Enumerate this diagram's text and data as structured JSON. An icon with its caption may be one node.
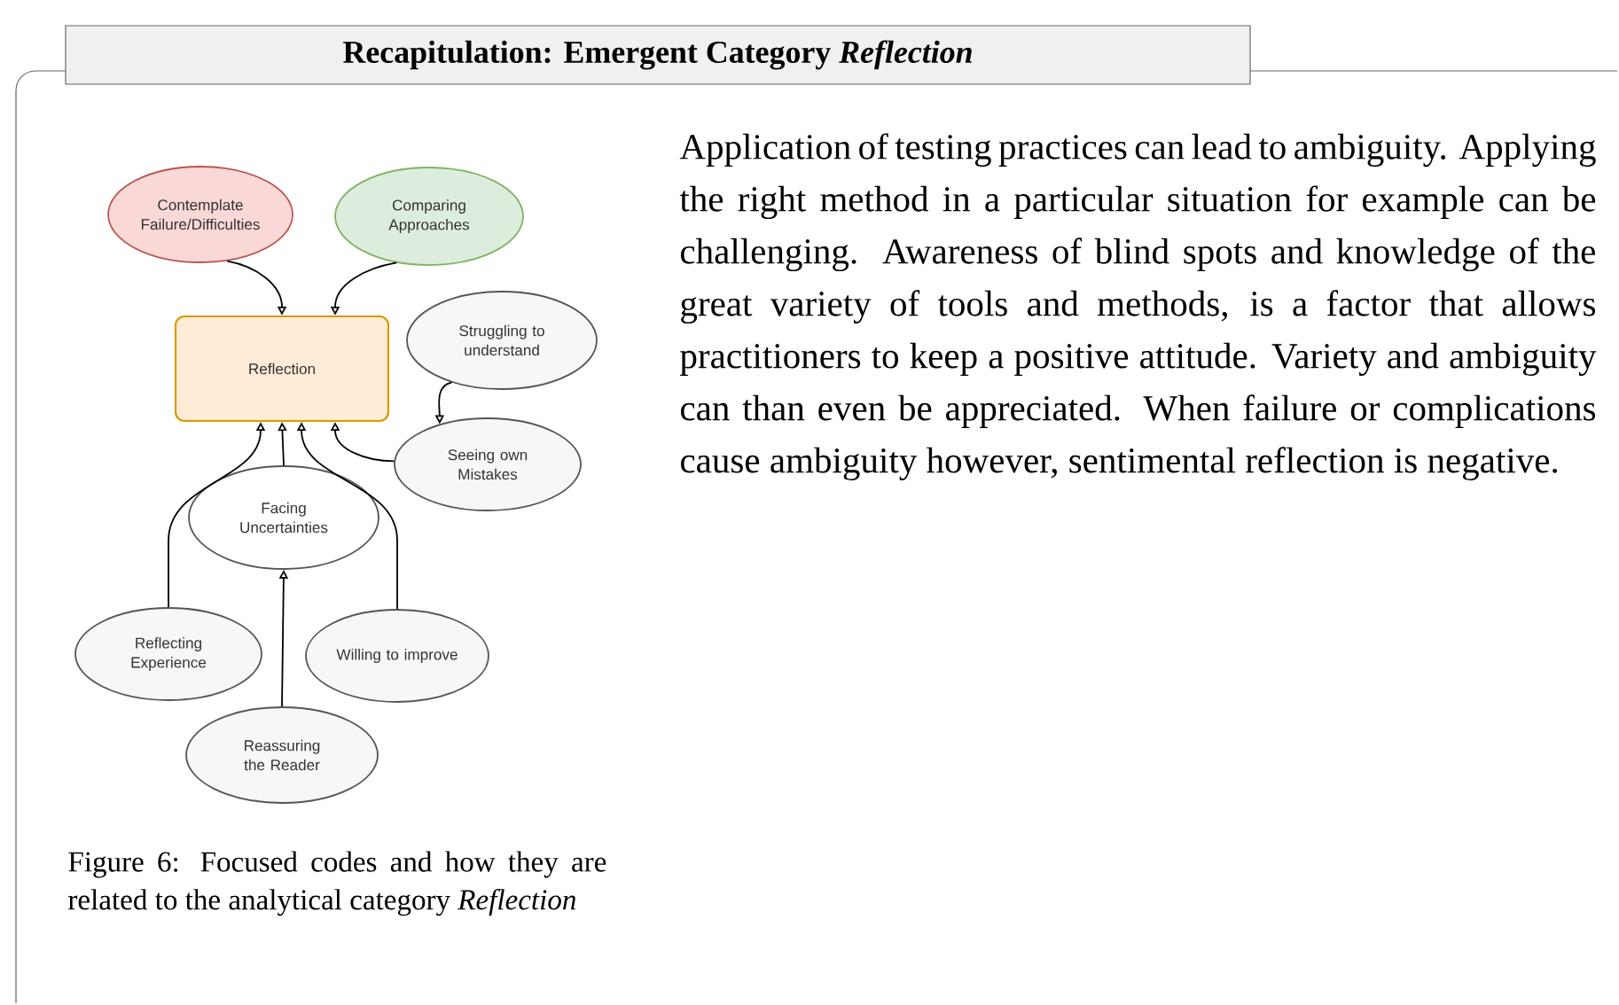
{
  "diagram": {
    "title": "Recapitulation: Emergent Category *Reflection*",
    "caption": "Figure 6: Focused codes and how they are related to the analytical category *Reflection*",
    "nodes": [
      {
        "text": [
          "Contemplate Failure/Difficulties"
        ]
      },
      {
        "text": [
          "Comparing Approaches"
        ]
      },
      {
        "text": [
          "Reflection"
        ]
      },
      {
        "text": [
          "Struggling to understand"
        ]
      },
      {
        "text": [
          "Seeing own Mistakes"
        ]
      },
      {
        "text": [
          "Facing Uncertainties"
        ]
      },
      {
        "text": [
          "Reflecting Experience"
        ]
      },
      {
        "text": [
          "Willing to improve"
        ]
      },
      {
        "text": [
          "Reassuring the Reader"
        ]
      }
    ],
    "edges": [
      {
        "from": 0,
        "to": 2,
        "arrow": "to"
      },
      {
        "from": 1,
        "to": 2,
        "arrow": "to"
      },
      {
        "from": 3,
        "to": 4,
        "arrow": "to"
      },
      {
        "from": 4,
        "to": 2,
        "arrow": "to"
      },
      {
        "from": 6,
        "to": 2,
        "arrow": "to"
      },
      {
        "from": 5,
        "to": 2,
        "arrow": "to"
      },
      {
        "from": 7,
        "to": 2,
        "arrow": "to"
      },
      {
        "from": 8,
        "to": 5,
        "arrow": "to"
      }
    ],
    "labels": [
      "Application of testing practices can lead to ambiguity. Applying the right method in a particular situation for example can be challenging. Awareness of blind spots and knowledge of the great variety of tools and methods, is a factor that allows practitioners to keep a positive attitude. Variety and ambiguity can than even be appreciated. When failure or complications cause ambiguity however, sentimental reflection is negative."
    ]
  }
}
